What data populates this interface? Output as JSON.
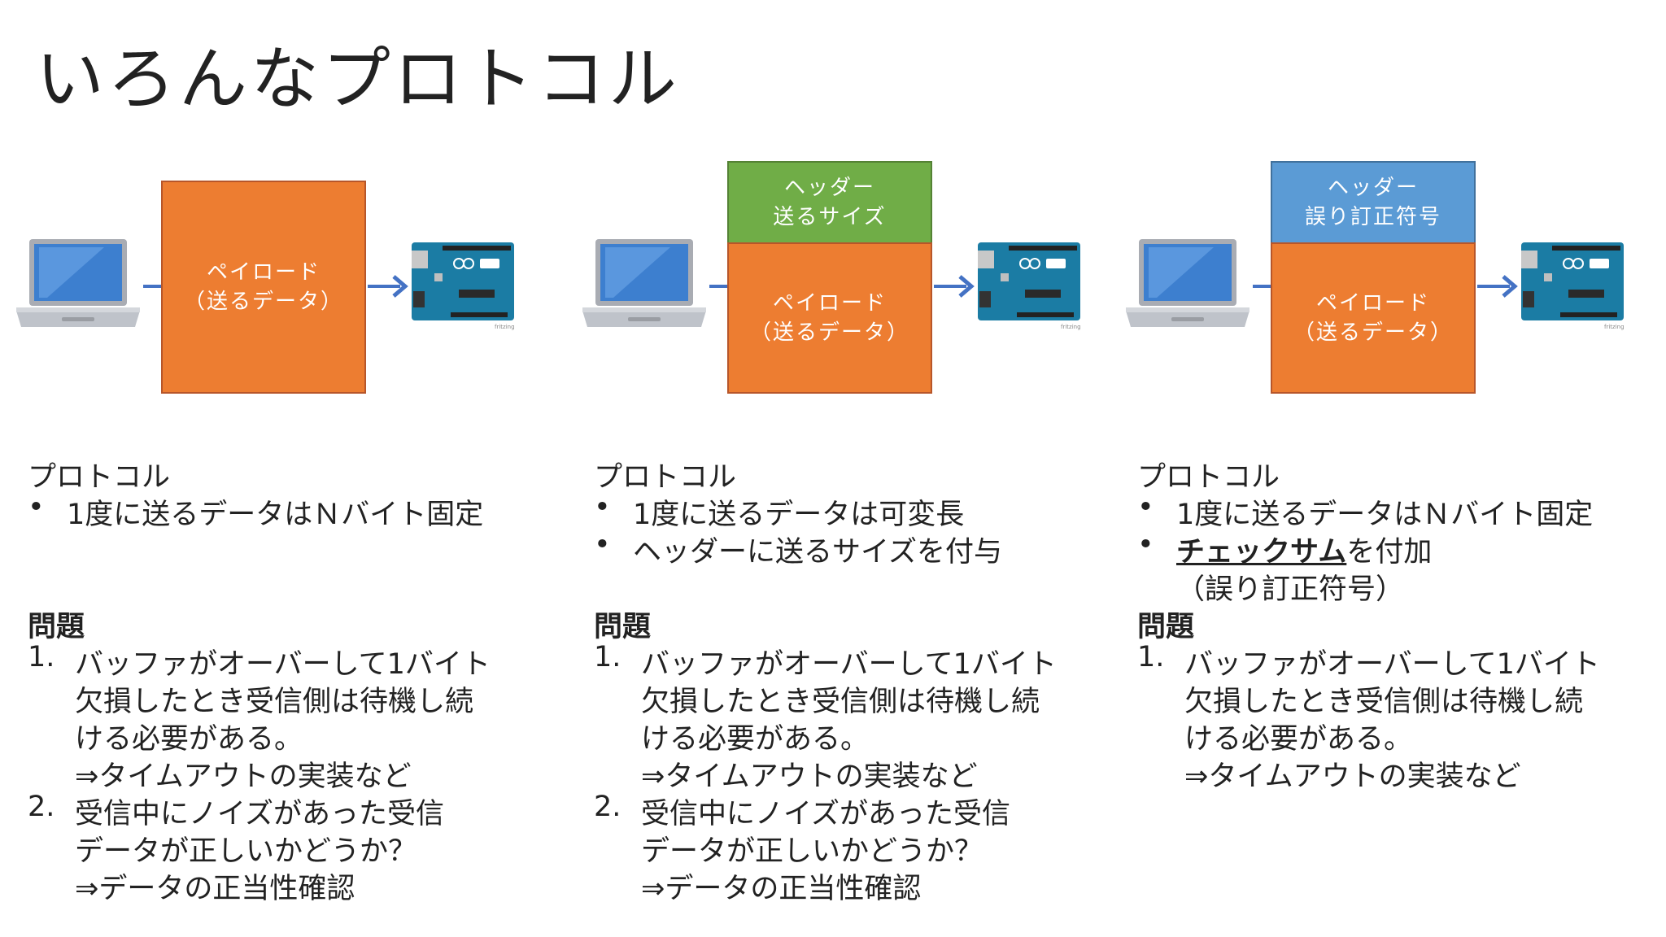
{
  "title": "いろんなプロトコル",
  "colors": {
    "payload": "#ed7d31",
    "header_green": "#70ad47",
    "header_blue": "#5b9bd5",
    "arrow": "#4472c4",
    "arduino": "#1b7ca4"
  },
  "icons": [
    "laptop-icon",
    "arduino-board-icon",
    "arrow-right-icon"
  ],
  "arduino_credit": "fritzing",
  "columns": [
    {
      "header": null,
      "payload": {
        "line1": "ペイロード",
        "line2": "（送るデータ）"
      },
      "protocol_label": "プロトコル",
      "bullets": [
        "1度に送るデータはＮバイト固定"
      ],
      "problem_label": "問題",
      "problems": [
        {
          "num": "1.",
          "lines": [
            "バッファがオーバーして1バイト",
            "欠損したとき受信側は待機し続",
            "ける必要がある。",
            "⇒タイムアウトの実装など"
          ]
        },
        {
          "num": "2.",
          "lines": [
            "受信中にノイズがあった受信",
            "データが正しいかどうか？",
            "⇒データの正当性確認"
          ]
        }
      ]
    },
    {
      "header": {
        "line1": "ヘッダー",
        "line2": "送るサイズ"
      },
      "payload": {
        "line1": "ペイロード",
        "line2": "（送るデータ）"
      },
      "protocol_label": "プロトコル",
      "bullets": [
        "1度に送るデータは可変長",
        "ヘッダーに送るサイズを付与"
      ],
      "problem_label": "問題",
      "problems": [
        {
          "num": "1.",
          "lines": [
            "バッファがオーバーして1バイト",
            "欠損したとき受信側は待機し続",
            "ける必要がある。",
            "⇒タイムアウトの実装など"
          ]
        },
        {
          "num": "2.",
          "lines": [
            "受信中にノイズがあった受信",
            "データが正しいかどうか？",
            "⇒データの正当性確認"
          ]
        }
      ]
    },
    {
      "header": {
        "line1": "ヘッダー",
        "line2": "誤り訂正符号"
      },
      "payload": {
        "line1": "ペイロード",
        "line2": "（送るデータ）"
      },
      "protocol_label": "プロトコル",
      "bullets": [
        "1度に送るデータはＮバイト固定"
      ],
      "bullet2": {
        "emphasis": "チェックサム",
        "rest": "を付加",
        "sub": "（誤り訂正符号）"
      },
      "problem_label": "問題",
      "problems": [
        {
          "num": "1.",
          "lines": [
            "バッファがオーバーして1バイト",
            "欠損したとき受信側は待機し続",
            "ける必要がある。",
            "⇒タイムアウトの実装など"
          ]
        }
      ]
    }
  ]
}
